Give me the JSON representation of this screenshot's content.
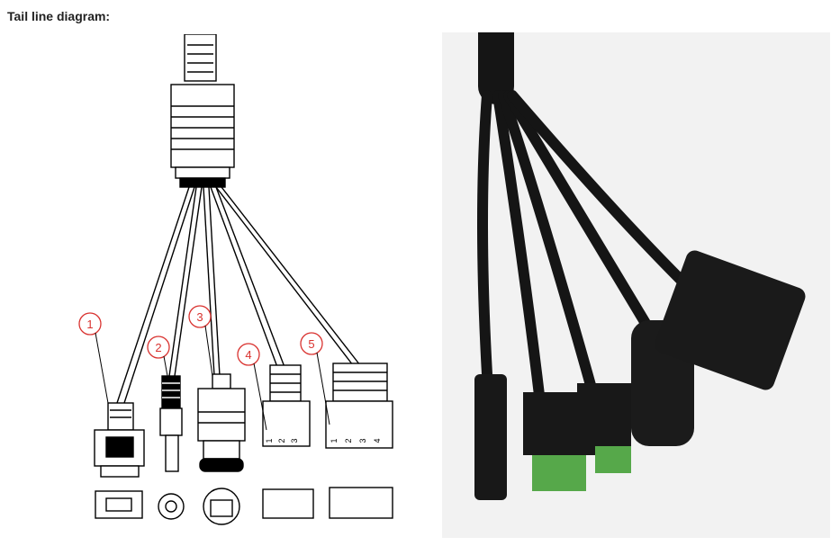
{
  "heading": "Tail line diagram:",
  "callouts": [
    "1",
    "2",
    "3",
    "4",
    "5"
  ],
  "terminal_small_labels": [
    "1",
    "2",
    "3"
  ],
  "terminal_large_labels": [
    "1",
    "2",
    "3",
    "4"
  ]
}
